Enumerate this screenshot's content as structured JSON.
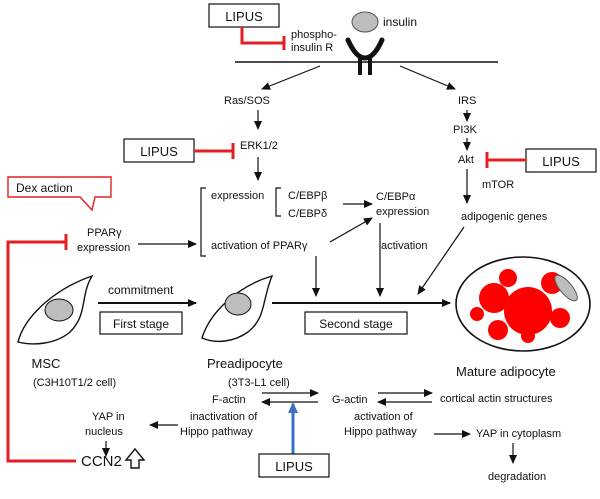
{
  "membrane": {
    "insulin": "insulin",
    "phospho_insulin_r": [
      "phospho-",
      "insulin R"
    ]
  },
  "lipus_boxes": {
    "top": "LIPUS",
    "erk": "LIPUS",
    "akt": "LIPUS",
    "bottom": "LIPUS"
  },
  "dex_callout": "Dex action",
  "ras_pathway": {
    "ras_sos": "Ras/SOS",
    "erk": "ERK1/2"
  },
  "pi3k_pathway": {
    "irs": "IRS",
    "pi3k": "PI3K",
    "akt": "Akt",
    "mtor": "mTOR",
    "adipogenic_genes": "adipogenic genes"
  },
  "transcription": {
    "expression": "expression",
    "cebp_beta": "C/EBPβ",
    "cebp_delta": "C/EBPδ",
    "activation_ppar": "activation of PPARγ",
    "cebp_alpha": [
      "C/EBPα",
      "expression"
    ],
    "activation": "activation",
    "ppar_expression": [
      "PPARγ",
      "expression"
    ]
  },
  "differentiation": {
    "commitment": "commitment",
    "first_stage": "First stage",
    "second_stage": "Second stage",
    "msc": "MSC",
    "msc_line": "(C3H10T1/2 cell)",
    "preadipocyte": "Preadipocyte",
    "preadipocyte_line": "(3T3-L1 cell)",
    "mature": "Mature adipocyte"
  },
  "hippo": {
    "f_actin": "F-actin",
    "g_actin": "G-actin",
    "cortical": "cortical actin structures",
    "inactivation": [
      "inactivation of",
      "Hippo pathway"
    ],
    "activation": [
      "activation of",
      "Hippo pathway"
    ],
    "yap_nucleus": [
      "YAP in",
      "nucleus"
    ],
    "yap_cytoplasm": "YAP in cytoplasm",
    "degradation": "degradation",
    "ccn2": "CCN2"
  },
  "colors": {
    "inhibition": "#e31e24",
    "activation_arrow": "#3a6fc4",
    "cell_fill": "#bdbdbd",
    "droplet": "#ff0000",
    "line": "#111111"
  }
}
